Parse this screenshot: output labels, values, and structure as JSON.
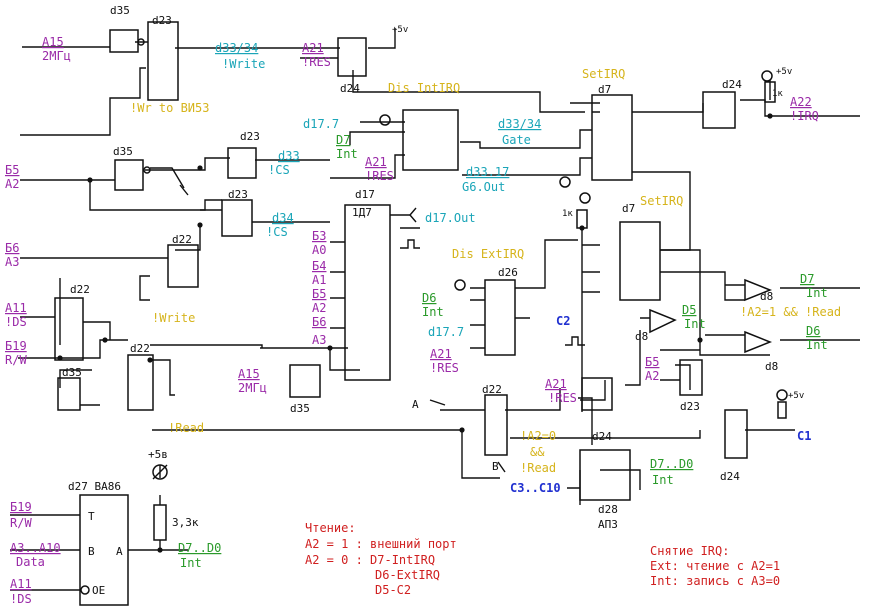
{
  "colors": {
    "purple": "#9a2aa8",
    "cyan": "#1aa5b8",
    "green": "#2a9a2a",
    "yellow": "#d6b41c",
    "red": "#d02020",
    "blue": "#2030d0"
  },
  "chips": {
    "d35a": "d35",
    "d23a": "d23",
    "d24a": "d24",
    "d36": "Dis IntIRQ",
    "d7a_title": "SetIRQ",
    "d7a": "d7",
    "d24b": "d24",
    "d35b": "d35",
    "d23b": "d23",
    "d23c": "d23",
    "d17": "d17",
    "d17_mark": "1Д7",
    "d22a": "d22",
    "d22b": "d22",
    "d22c": "d22",
    "d35c": "d35",
    "d26_title": "Dis ExtIRQ",
    "d26": "d26",
    "d7b_title": "SetIRQ",
    "d7b": "d7",
    "d8a": "d8",
    "d8b": "d8",
    "d8c": "d8",
    "d23d": "d23",
    "d22d": "d22",
    "d24c": "d24",
    "d24d": "d24",
    "d28": "d28",
    "d28_type": "АП3",
    "d35d": "d35",
    "d27": "d27 ВА86"
  },
  "labels": {
    "a15_top": "A15",
    "mhz_top": "2МГц",
    "a21_top": "A21",
    "res_top": "!RES",
    "d33_34": "d33/34",
    "write_top": "!Write",
    "wr_to": "!Wr to ВИ53",
    "b5": "Б5",
    "a2_left": "A2",
    "d33_cs": "d33",
    "cs1": "!CS",
    "d34_cs": "d34",
    "cs2": "!CS",
    "d17_7a": "d17.7",
    "d7_mid": "D7",
    "int_mid": "Int",
    "a21_mid": "A21",
    "res_mid": "!RES",
    "d33_34b": "d33/34",
    "gate": "Gate",
    "d33_17": "d33.17",
    "g6out": "G6.Out",
    "b6": "Б6",
    "a3_left": "A3",
    "b3": "Б3",
    "a0": "A0",
    "b4": "Б4",
    "a1": "A1",
    "b5b": "Б5",
    "a2b": "A2",
    "b6b": "Б6",
    "a3b": "A3",
    "a15_mid": "A15",
    "mhz_mid": "2МГц",
    "d17out": "d17.Out",
    "a11_left": "A11",
    "ds_left": "!DS",
    "b19_left": "Б19",
    "rw_left": "R/W",
    "write_mid": "!Write",
    "read_left": "!Read",
    "d6": "D6",
    "int_d6": "Int",
    "d17_7b": "d17.7",
    "a21_low": "A21",
    "res_low": "!RES",
    "c2": "C2",
    "a22": "A22",
    "irq": "!IRQ",
    "d7_right": "D7",
    "int_r1": "Int",
    "cond1": "!A2=1 && !Read",
    "d6_right": "D6",
    "int_r2": "Int",
    "d5": "D5",
    "int_d5": "Int",
    "b5c": "Б5",
    "a2c": "A2",
    "a21_r": "A21",
    "res_r": "!RES",
    "cond2a": "!A2=0",
    "cond2b": "&&",
    "cond2c": "!Read",
    "c1": "C1",
    "d7d0_r": "D7..D0",
    "int_r3": "Int",
    "c3c10": "C3..C10",
    "a_top": "A",
    "b_bot": "B",
    "plus5v": "+5в",
    "r33": "3,3к",
    "b19_bot": "Б19",
    "rw_bot": "R/W",
    "a3a10": "A3..A10",
    "data": "Data",
    "a11_bot": "A11",
    "ds_bot": "!DS",
    "d7d0_bot": "D7..D0",
    "int_bot": "Int",
    "pin_t": "T",
    "pin_b": "B",
    "pin_a": "A",
    "pin_oe": "OE",
    "plus5_small": "+5v",
    "r1k": "1к"
  },
  "notes": {
    "read_title": "Чтение:",
    "read_line1": "A2 = 1 : внешний порт",
    "read_line2": "A2 = 0 : D7-IntIRQ",
    "read_line3": "D6-ExtIRQ",
    "read_line4": "D5-C2",
    "clear_title": "Снятие IRQ:",
    "clear_line1": "Ext: чтение с A2=1",
    "clear_line2": "Int: запись с A3=0"
  }
}
